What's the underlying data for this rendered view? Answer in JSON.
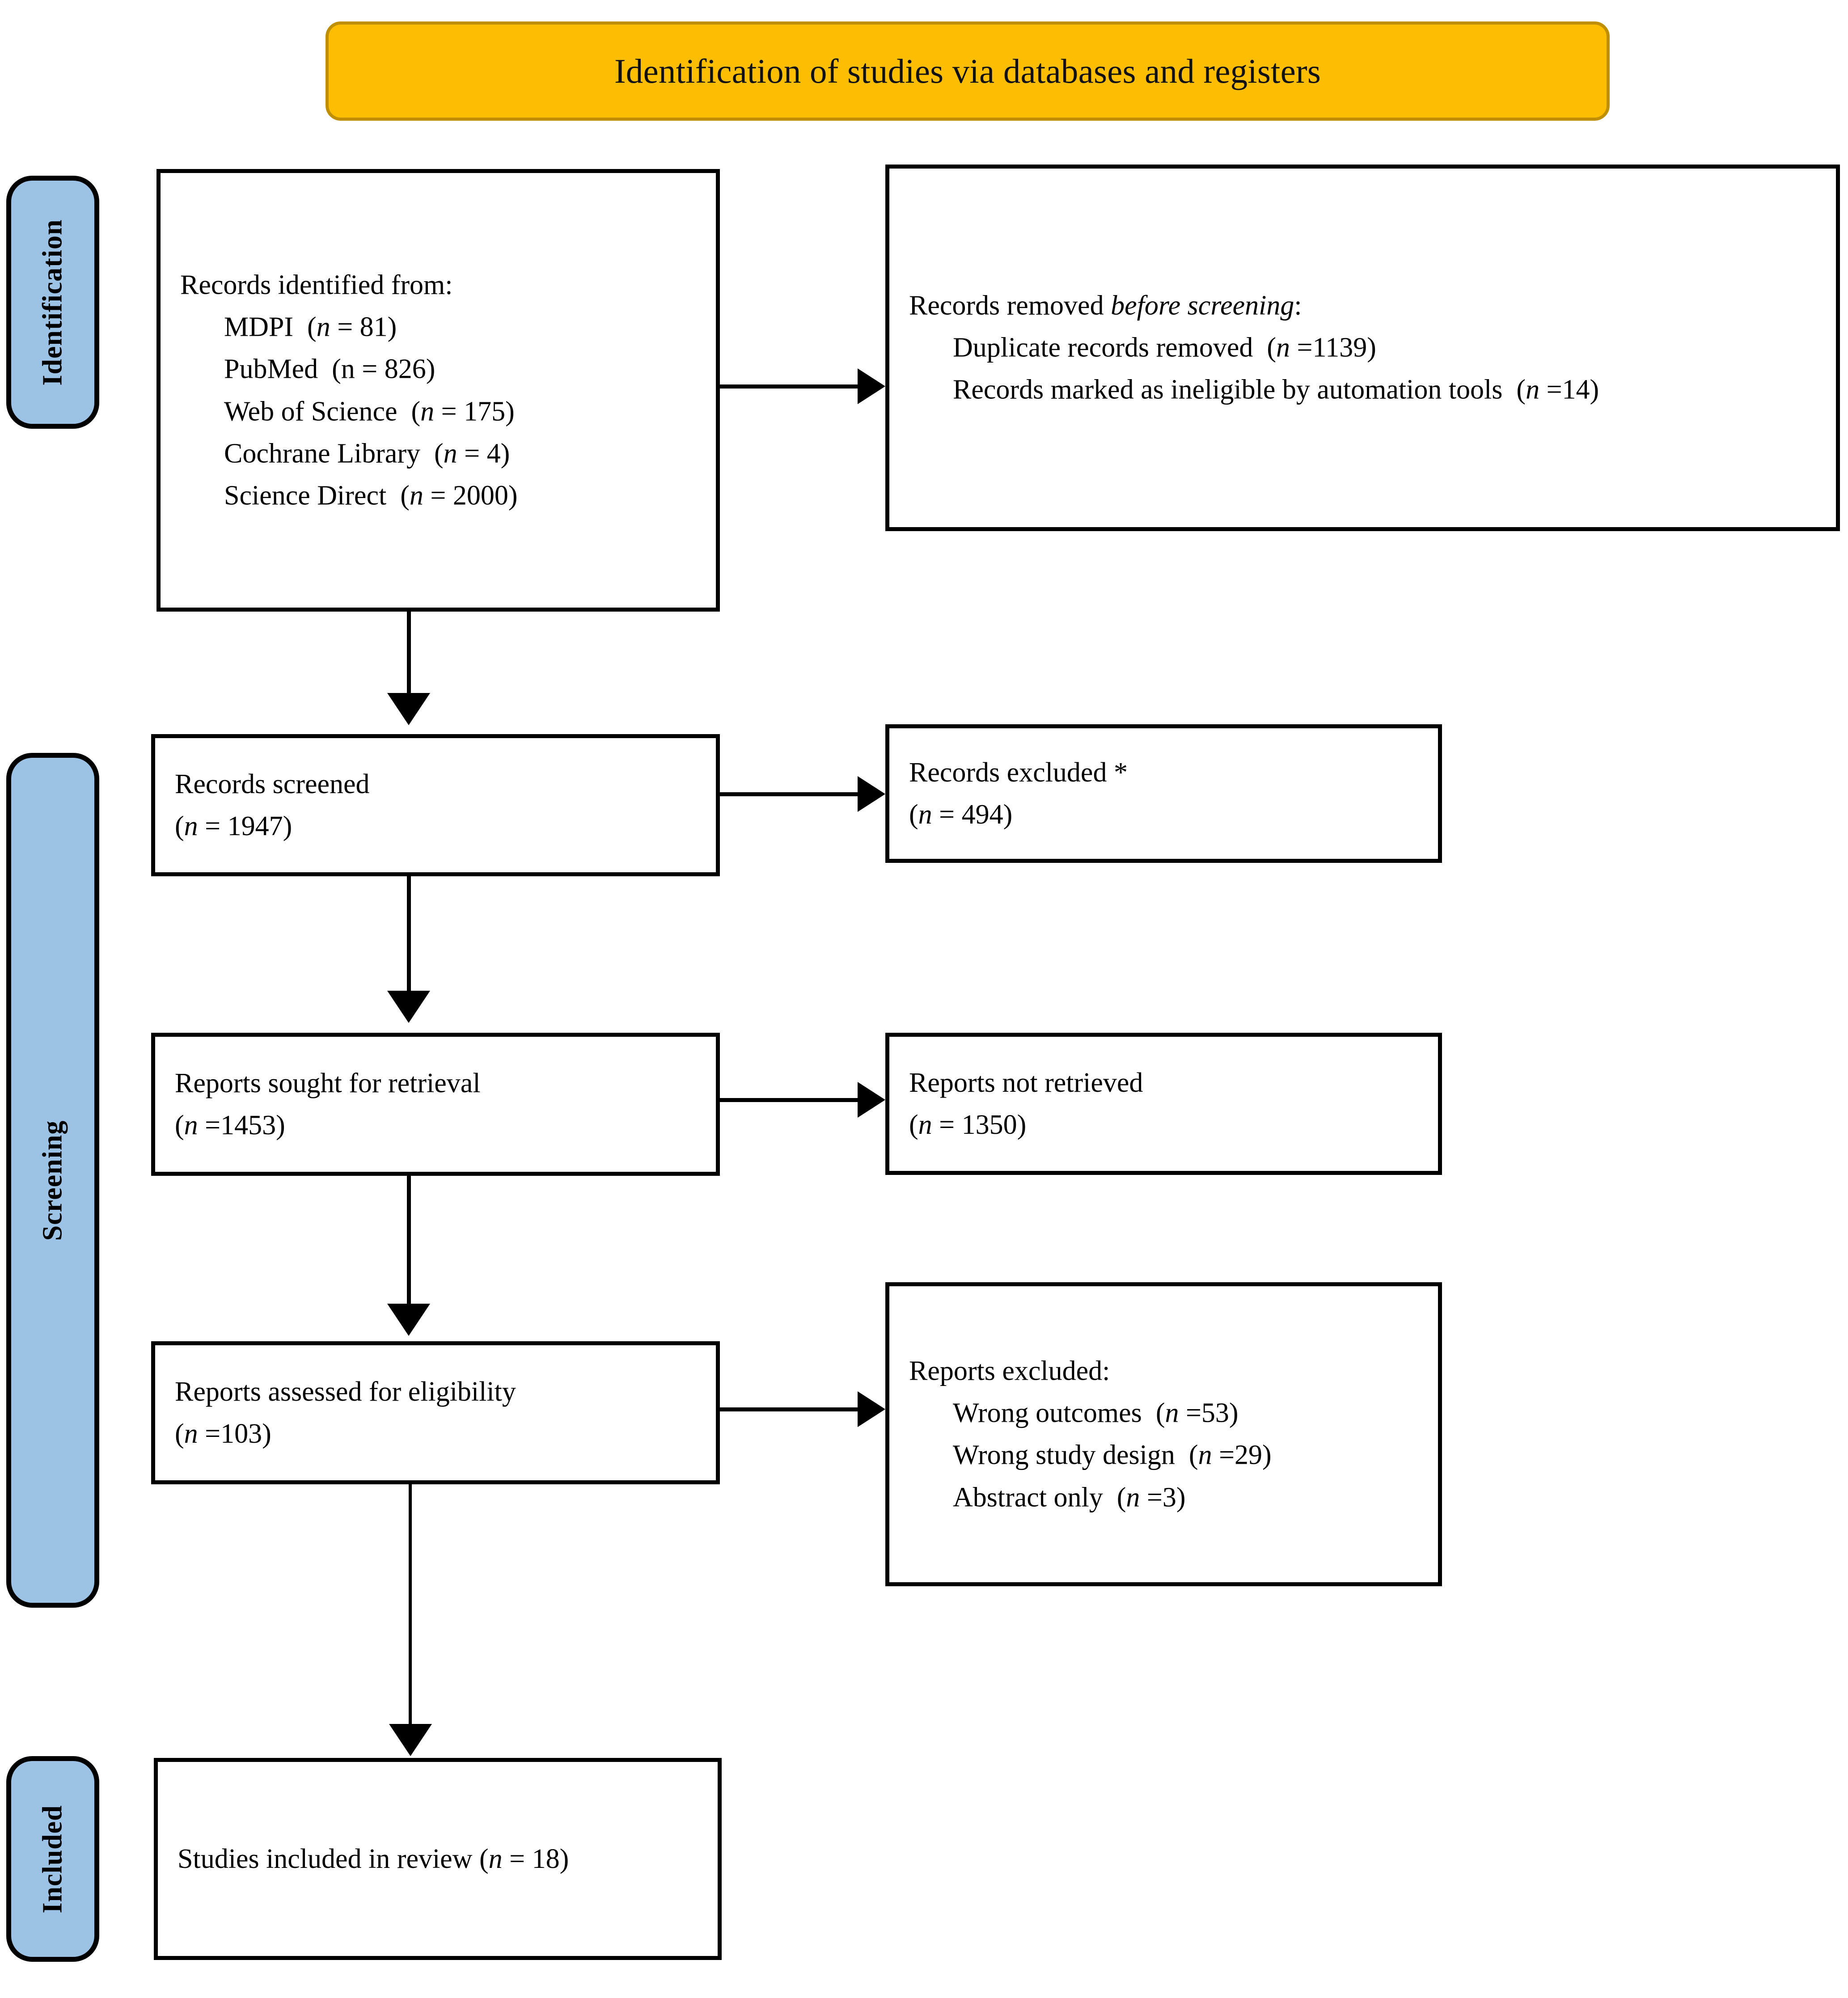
{
  "banner": {
    "title": "Identification of studies via databases and registers",
    "fill_color": "#FDBE02",
    "border_color": "#BF8F00"
  },
  "stages": [
    {
      "id": "identification",
      "label": "Identification",
      "fill_color": "#9CC3E5"
    },
    {
      "id": "screening",
      "label": "Screening",
      "fill_color": "#9CC3E5"
    },
    {
      "id": "included",
      "label": "Included",
      "fill_color": "#9CC3E5"
    }
  ],
  "boxes": {
    "identified": {
      "heading": "Records identified from:",
      "items": [
        {
          "label": "MDPI",
          "count_text": "(n = 81)",
          "n_italic": true
        },
        {
          "label": "PubMed",
          "count_text": "(n = 826)",
          "n_italic": false
        },
        {
          "label": "Web of Science",
          "count_text": "(n = 175)",
          "n_italic": true
        },
        {
          "label": "Cochrane Library",
          "count_text": "(n = 4)",
          "n_italic": true
        },
        {
          "label": "Science Direct",
          "count_text": "(n = 2000)",
          "n_italic": true
        }
      ]
    },
    "removed": {
      "heading_plain": "Records removed ",
      "heading_italic": "before screening",
      "heading_tail": ":",
      "items": [
        {
          "label": "Duplicate records removed",
          "count_text": "(n =1139)"
        },
        {
          "label": "Records marked as ineligible by automation tools",
          "count_text": "(n =14)"
        }
      ]
    },
    "screened": {
      "line1": "Records screened",
      "line2": "(n = 1947)"
    },
    "excluded": {
      "line1": "Records excluded *",
      "line2": "(n = 494)"
    },
    "sought": {
      "line1": "Reports sought for retrieval",
      "line2": "(n =1453)"
    },
    "not_retrieved": {
      "line1": "Reports not retrieved",
      "line2": "(n = 1350)"
    },
    "assessed": {
      "line1": "Reports assessed for eligibility",
      "line2": "(n =103)"
    },
    "reports_excluded": {
      "heading": "Reports excluded:",
      "items": [
        {
          "label": "Wrong outcomes",
          "count_text": "(n =53)"
        },
        {
          "label": "Wrong study design",
          "count_text": "(n =29)"
        },
        {
          "label": "Abstract only",
          "count_text": "(n =3)"
        }
      ]
    },
    "included": {
      "line1": "Studies included in review (n = 18)"
    }
  },
  "connectors": [
    {
      "id": "identified-to-removed",
      "direction": "right"
    },
    {
      "id": "identified-to-screened",
      "direction": "down"
    },
    {
      "id": "screened-to-excluded",
      "direction": "right"
    },
    {
      "id": "screened-to-sought",
      "direction": "down"
    },
    {
      "id": "sought-to-not-retrieved",
      "direction": "right"
    },
    {
      "id": "sought-to-assessed",
      "direction": "down"
    },
    {
      "id": "assessed-to-reports-excluded",
      "direction": "right"
    },
    {
      "id": "assessed-to-included",
      "direction": "down"
    }
  ]
}
